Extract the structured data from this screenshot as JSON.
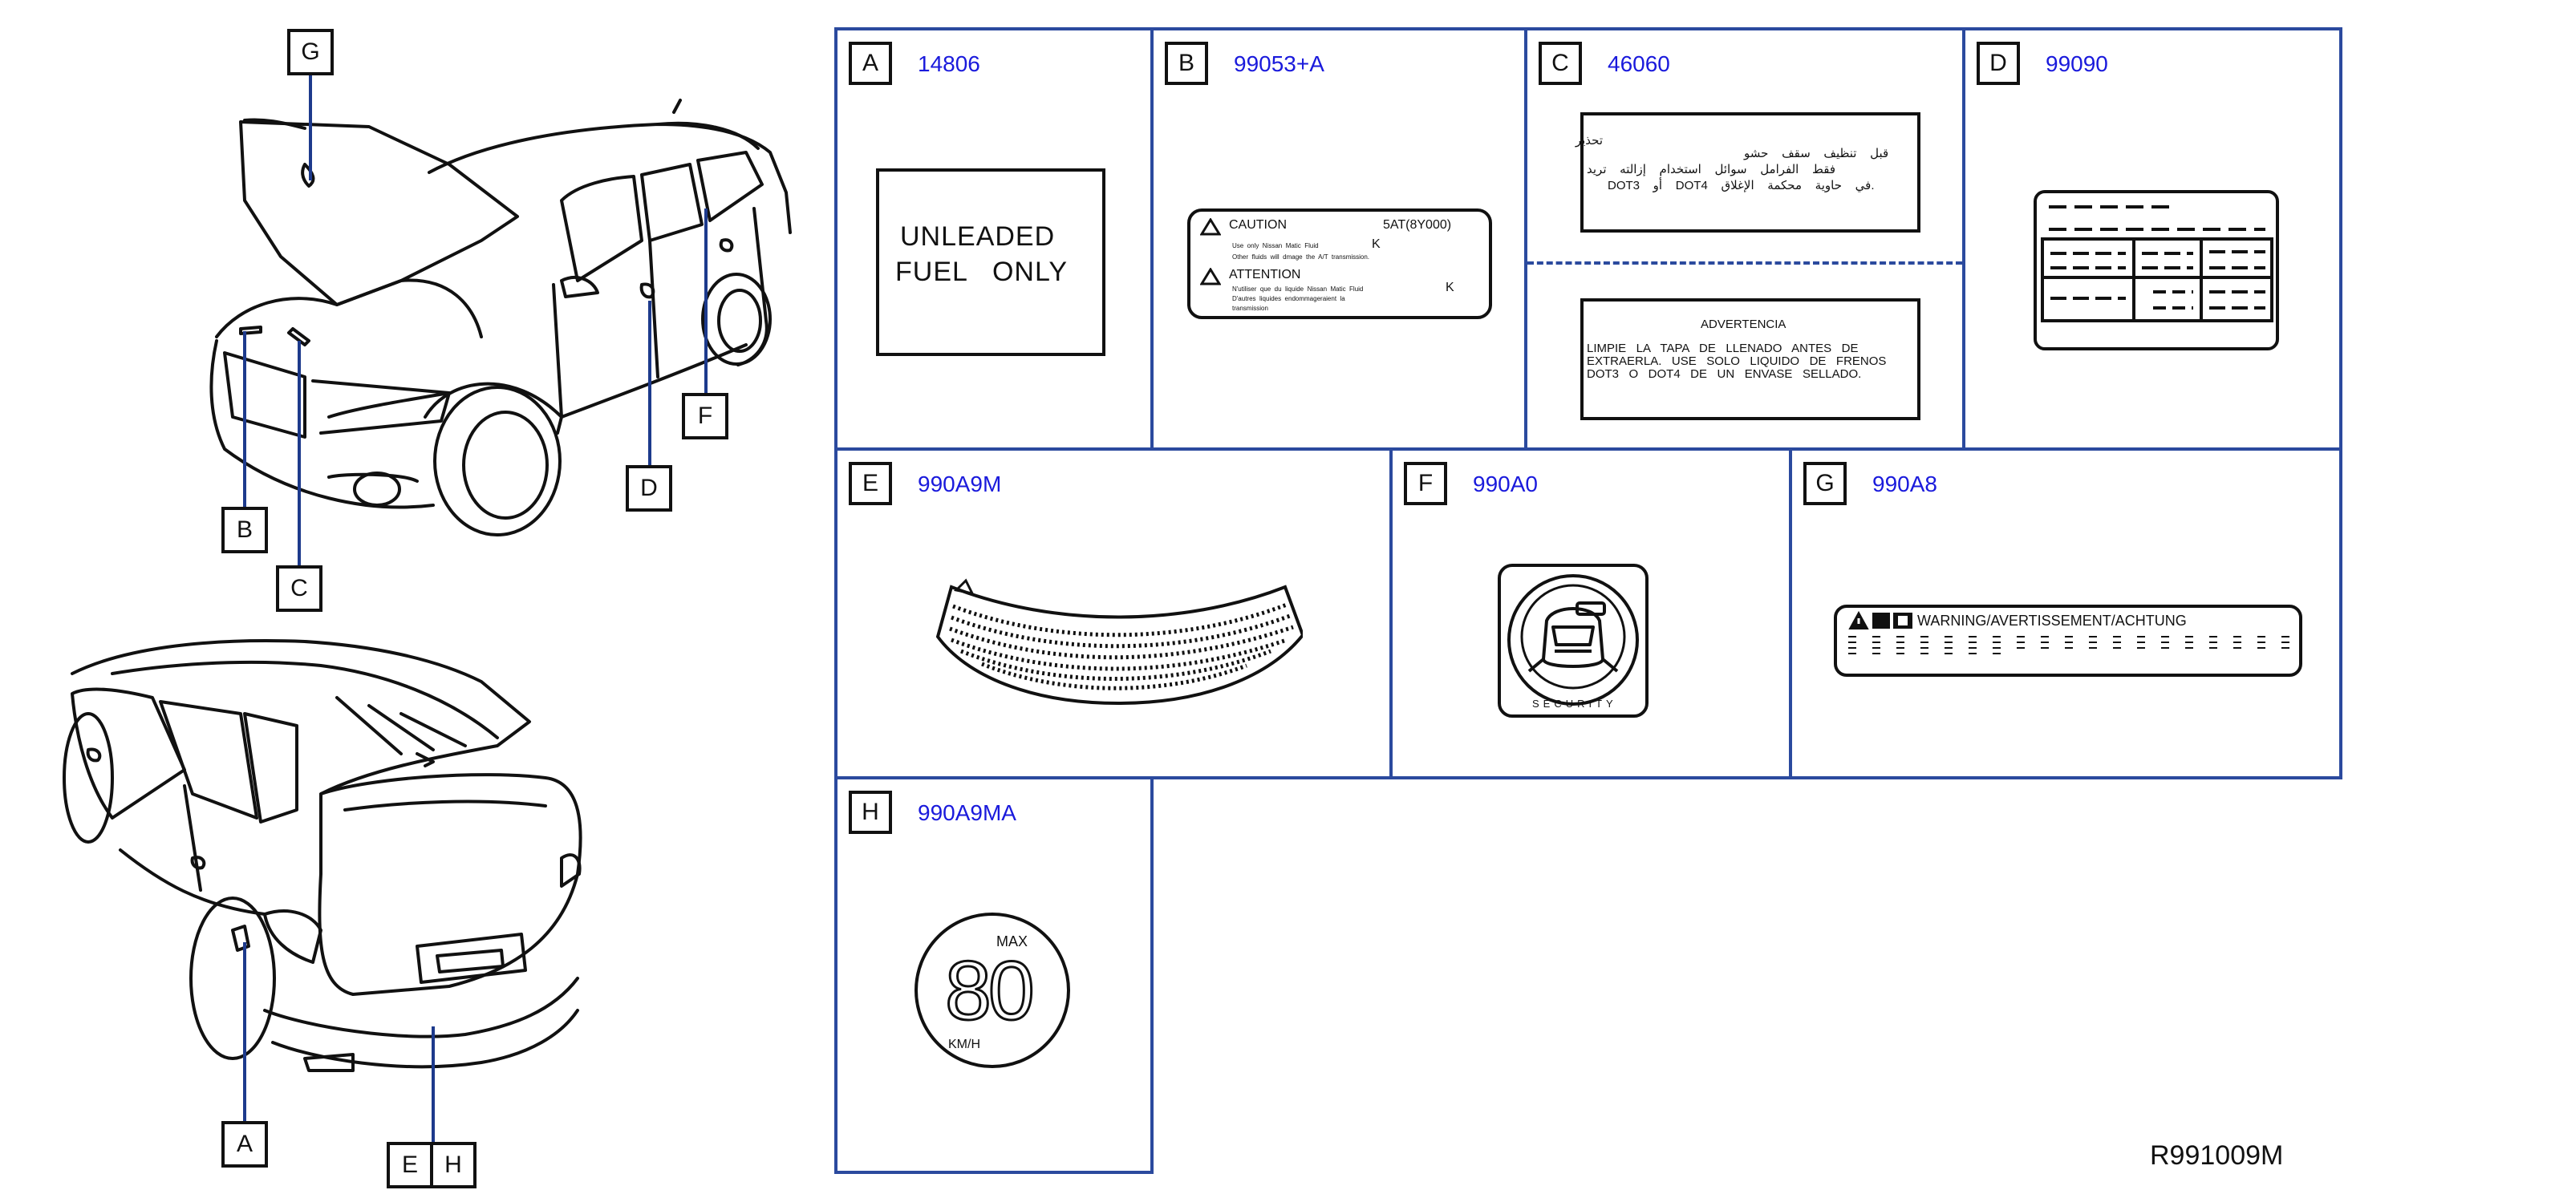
{
  "reference": "R991009M",
  "callouts": {
    "A": "A",
    "B": "B",
    "C": "C",
    "D": "D",
    "E": "E",
    "F": "F",
    "G": "G",
    "H": "H"
  },
  "panels": {
    "A": {
      "letter": "A",
      "part_no": "14806",
      "label_line1": "UNLEADED",
      "label_line2": "FUEL   ONLY"
    },
    "B": {
      "letter": "B",
      "part_no": "99053+A",
      "caution": "CAUTION",
      "code": "5AT(8Y000)",
      "caution_text1": "Use  only  Nissan  Matic  Fluid",
      "caution_k": "K",
      "caution_text2": "Other  fluids  will  dmage  the  A/T  transmission.",
      "attention": "ATTENTION",
      "attention_text1": "N'utiliser  que  du  liquide  Nissan  Matic  Fluid",
      "attention_k": "K",
      "attention_text2": "D'autres  liquides  endommageraient  la",
      "attention_text3": "transmission"
    },
    "C": {
      "letter": "C",
      "part_no": "46060",
      "arabic_line1": "تحذير",
      "arabic_line2": "قبل    تنظيف    سقف    حشو",
      "arabic_line3": "فقط    الفرامل    سوائل    استخدام    إزالته    تريد",
      "arabic_line4": ".في    حاوية    محكمة    الإغلاق    DOT4    أو    DOT3",
      "spanish_title": "ADVERTENCIA",
      "spanish_line1": "LIMPIE   LA   TAPA   DE   LLENADO   ANTES   DE",
      "spanish_line2": "EXTRAERLA.   USE   SOLO   LIQUIDO   DE   FRENOS",
      "spanish_line3": "DOT3   O   DOT4   DE   UN   ENVASE   SELLADO."
    },
    "D": {
      "letter": "D",
      "part_no": "99090"
    },
    "E": {
      "letter": "E",
      "part_no": "990A9M"
    },
    "F": {
      "letter": "F",
      "part_no": "990A0",
      "security": "SECURITY"
    },
    "G": {
      "letter": "G",
      "part_no": "990A8",
      "warning": "WARNING/AVERTISSEMENT/ACHTUNG"
    },
    "H": {
      "letter": "H",
      "part_no": "990A9MA",
      "max": "MAX",
      "speed": "80",
      "unit": "KM/H"
    }
  },
  "colors": {
    "border": "#2b4a9e",
    "part_number": "#1a1adc",
    "line": "#111111"
  }
}
